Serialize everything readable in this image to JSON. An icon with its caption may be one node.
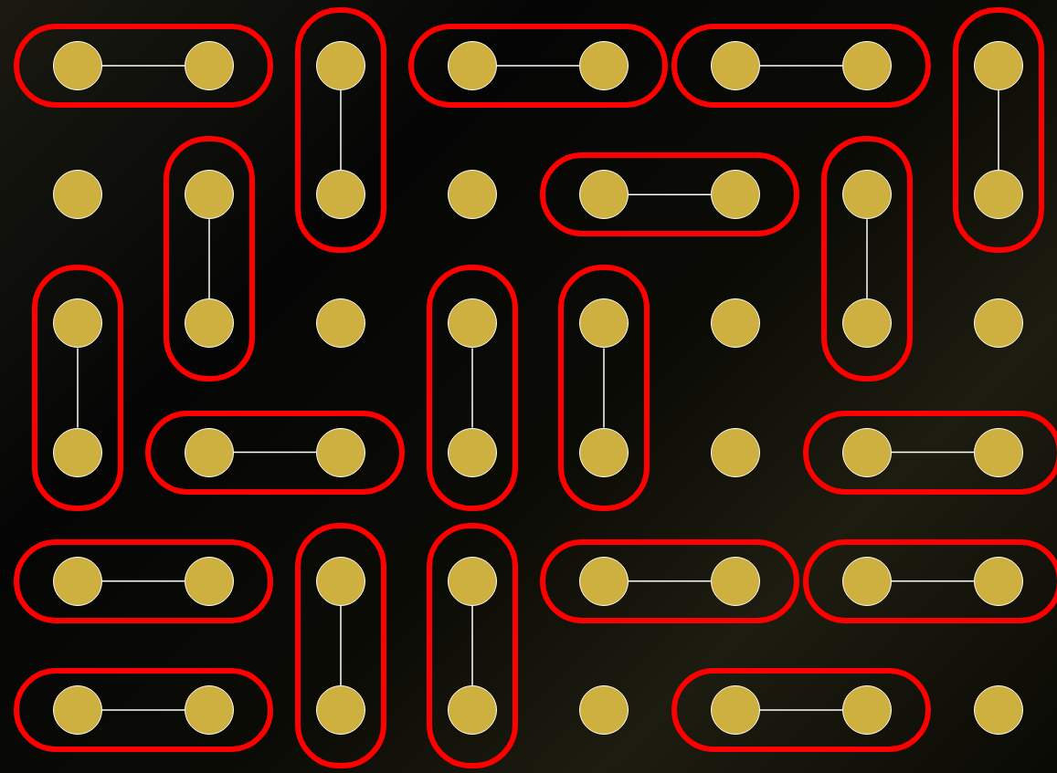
{
  "diagram": {
    "nodes": [
      {
        "text": [],
        "shape": "box"
      },
      {
        "text": [],
        "shape": "circle",
        "in": 0
      },
      {
        "text": [],
        "shape": "circle",
        "in": 0
      },
      {
        "text": [],
        "shape": "box"
      },
      {
        "text": [],
        "shape": "circle",
        "in": 3
      },
      {
        "text": [],
        "shape": "box"
      },
      {
        "text": [],
        "shape": "circle",
        "in": 5
      },
      {
        "text": [],
        "shape": "circle",
        "in": 5
      },
      {
        "text": [],
        "shape": "box"
      },
      {
        "text": [],
        "shape": "circle",
        "in": 8
      },
      {
        "text": [],
        "shape": "circle",
        "in": 8
      },
      {
        "text": [],
        "shape": "box"
      },
      {
        "text": [],
        "shape": "circle",
        "in": 11
      },
      {
        "text": [],
        "shape": "circle"
      },
      {
        "text": [],
        "shape": "box"
      },
      {
        "text": [],
        "shape": "circle",
        "in": 14
      },
      {
        "text": [],
        "shape": "circle",
        "in": 3
      },
      {
        "text": [],
        "shape": "circle"
      },
      {
        "text": [],
        "shape": "box"
      },
      {
        "text": [],
        "shape": "circle",
        "in": 18
      },
      {
        "text": [],
        "shape": "circle",
        "in": 18
      },
      {
        "text": [],
        "shape": "box"
      },
      {
        "text": [],
        "shape": "circle",
        "in": 21
      },
      {
        "text": [],
        "shape": "circle",
        "in": 11
      },
      {
        "text": [],
        "shape": "box"
      },
      {
        "text": [],
        "shape": "circle",
        "in": 24
      },
      {
        "text": [],
        "shape": "circle",
        "in": 14
      },
      {
        "text": [],
        "shape": "circle"
      },
      {
        "text": [],
        "shape": "box"
      },
      {
        "text": [],
        "shape": "circle",
        "in": 28
      },
      {
        "text": [],
        "shape": "box"
      },
      {
        "text": [],
        "shape": "circle",
        "in": 30
      },
      {
        "text": [],
        "shape": "circle"
      },
      {
        "text": [],
        "shape": "circle",
        "in": 21
      },
      {
        "text": [],
        "shape": "circle"
      },
      {
        "text": [],
        "shape": "circle",
        "in": 24
      },
      {
        "text": [],
        "shape": "box"
      },
      {
        "text": [],
        "shape": "circle",
        "in": 36
      },
      {
        "text": [],
        "shape": "circle",
        "in": 36
      },
      {
        "text": [],
        "shape": "circle",
        "in": 28
      },
      {
        "text": [],
        "shape": "circle",
        "in": 30
      },
      {
        "text": [],
        "shape": "circle"
      },
      {
        "text": [],
        "shape": "box"
      },
      {
        "text": [],
        "shape": "circle",
        "in": 42
      },
      {
        "text": [],
        "shape": "circle",
        "in": 42
      },
      {
        "text": [],
        "shape": "box"
      },
      {
        "text": [],
        "shape": "circle",
        "in": 45
      },
      {
        "text": [],
        "shape": "circle",
        "in": 45
      },
      {
        "text": [],
        "shape": "box"
      },
      {
        "text": [],
        "shape": "circle",
        "in": 48
      },
      {
        "text": [],
        "shape": "box"
      },
      {
        "text": [],
        "shape": "circle",
        "in": 50
      },
      {
        "text": [],
        "shape": "box"
      },
      {
        "text": [],
        "shape": "circle",
        "in": 52
      },
      {
        "text": [],
        "shape": "circle",
        "in": 52
      },
      {
        "text": [],
        "shape": "box"
      },
      {
        "text": [],
        "shape": "circle",
        "in": 55
      },
      {
        "text": [],
        "shape": "circle",
        "in": 55
      },
      {
        "text": [],
        "shape": "box"
      },
      {
        "text": [],
        "shape": "circle",
        "in": 58
      },
      {
        "text": [],
        "shape": "circle",
        "in": 58
      },
      {
        "text": [],
        "shape": "circle",
        "in": 48
      },
      {
        "text": [],
        "shape": "circle",
        "in": 50
      },
      {
        "text": [],
        "shape": "circle"
      },
      {
        "text": [],
        "shape": "box"
      },
      {
        "text": [],
        "shape": "circle",
        "in": 64
      },
      {
        "text": [],
        "shape": "circle",
        "in": 64
      },
      {
        "text": [],
        "shape": "circle"
      }
    ],
    "edges": [
      {
        "from": 1,
        "to": 2,
        "arrow": "none"
      },
      {
        "from": 4,
        "to": 16,
        "arrow": "none"
      },
      {
        "from": 6,
        "to": 7,
        "arrow": "none"
      },
      {
        "from": 9,
        "to": 10,
        "arrow": "none"
      },
      {
        "from": 12,
        "to": 23,
        "arrow": "none"
      },
      {
        "from": 15,
        "to": 26,
        "arrow": "none"
      },
      {
        "from": 19,
        "to": 20,
        "arrow": "none"
      },
      {
        "from": 22,
        "to": 33,
        "arrow": "none"
      },
      {
        "from": 25,
        "to": 35,
        "arrow": "none"
      },
      {
        "from": 29,
        "to": 39,
        "arrow": "none"
      },
      {
        "from": 31,
        "to": 40,
        "arrow": "none"
      },
      {
        "from": 37,
        "to": 38,
        "arrow": "none"
      },
      {
        "from": 43,
        "to": 44,
        "arrow": "none"
      },
      {
        "from": 46,
        "to": 47,
        "arrow": "none"
      },
      {
        "from": 49,
        "to": 61,
        "arrow": "none"
      },
      {
        "from": 51,
        "to": 62,
        "arrow": "none"
      },
      {
        "from": 53,
        "to": 54,
        "arrow": "none"
      },
      {
        "from": 56,
        "to": 57,
        "arrow": "none"
      },
      {
        "from": 59,
        "to": 60,
        "arrow": "none"
      },
      {
        "from": 65,
        "to": 66,
        "arrow": "none"
      }
    ]
  }
}
